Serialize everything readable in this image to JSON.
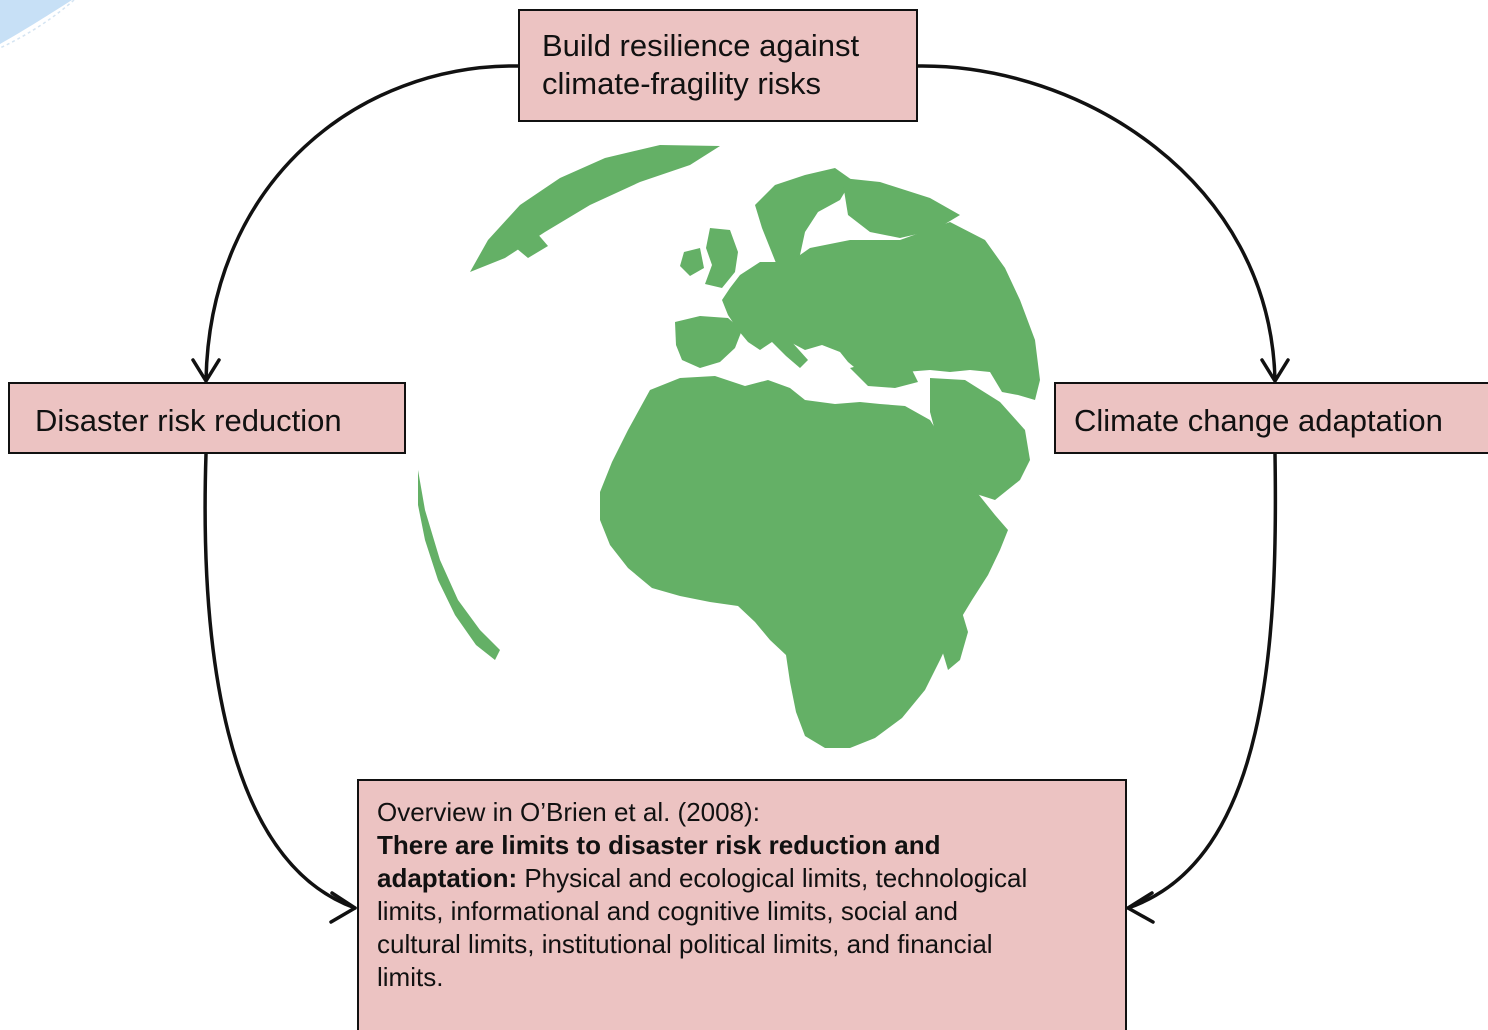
{
  "diagram": {
    "top_box": {
      "lines": [
        "Build resilience against",
        "climate-fragility risks"
      ]
    },
    "left_box": {
      "label": "Disaster risk reduction"
    },
    "right_box": {
      "label": "Climate change adaptation"
    },
    "bottom_box": {
      "intro": "Overview in O’Brien et al. (2008):",
      "bold_lead_1": "There are limits to disaster risk reduction and",
      "bold_lead_2": "adaptation:",
      "text_2": " Physical and ecological limits, technological",
      "text_3": "limits, informational and cognitive limits, social and",
      "text_4": "cultural limits, institutional political limits, and financial",
      "text_5": "limits."
    },
    "globe_icon": "earth-globe-icon",
    "colors": {
      "box_fill": "#ecc3c2",
      "box_border": "#111111",
      "land": "#64b066",
      "arrow": "#111111",
      "corner_swirl": "#c7e0f6"
    }
  }
}
